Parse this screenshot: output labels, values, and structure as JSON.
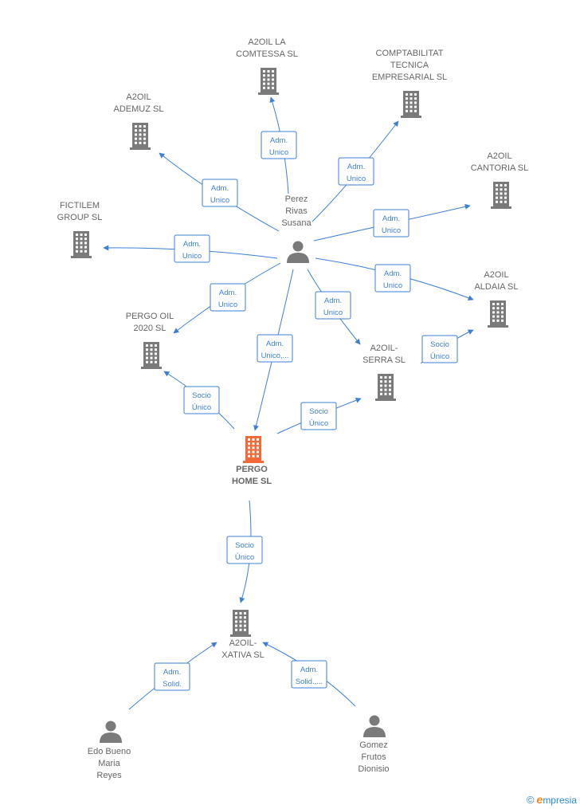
{
  "colors": {
    "accent": "#3d7fd6",
    "building": "#7a7a7a",
    "main_building": "#f26a3a",
    "person": "#7a7a7a"
  },
  "nodes": [
    {
      "id": "a2oil_comtessa",
      "kind": "company",
      "lines": [
        "A2OIL LA",
        "COMTESSA  SL"
      ]
    },
    {
      "id": "comptabilitat",
      "kind": "company",
      "lines": [
        "COMPTABILITAT",
        "TECNICA",
        "EMPRESARIAL SL"
      ]
    },
    {
      "id": "a2oil_ademuz",
      "kind": "company",
      "lines": [
        "A2OIL",
        "ADEMUZ  SL"
      ]
    },
    {
      "id": "a2oil_cantoria",
      "kind": "company",
      "lines": [
        "A2OIL",
        "CANTORIA  SL"
      ]
    },
    {
      "id": "fictilem",
      "kind": "company",
      "lines": [
        "FICTILEM",
        "GROUP  SL"
      ]
    },
    {
      "id": "perez",
      "kind": "person",
      "lines": [
        "Perez",
        "Rivas",
        "Susana"
      ]
    },
    {
      "id": "a2oil_aldaia",
      "kind": "company",
      "lines": [
        "A2OIL",
        "ALDAIA  SL"
      ]
    },
    {
      "id": "pergo_oil",
      "kind": "company",
      "lines": [
        "PERGO OIL",
        "2020  SL"
      ]
    },
    {
      "id": "a2oil_serra",
      "kind": "company",
      "lines": [
        "A2OIL-",
        "SERRA  SL"
      ]
    },
    {
      "id": "pergo_home",
      "kind": "main",
      "lines": [
        "PERGO",
        "HOME  SL"
      ]
    },
    {
      "id": "a2oil_xativa",
      "kind": "company",
      "lines": [
        "A2OIL-",
        "XATIVA  SL"
      ]
    },
    {
      "id": "edo",
      "kind": "person",
      "lines": [
        "Edo Bueno",
        "Maria",
        "Reyes"
      ]
    },
    {
      "id": "gomez",
      "kind": "person",
      "lines": [
        "Gomez",
        "Frutos",
        "Dionisio"
      ]
    }
  ],
  "edges": [
    {
      "from": "perez",
      "to": "a2oil_comtessa",
      "lines": [
        "Adm.",
        "Unico"
      ]
    },
    {
      "from": "perez",
      "to": "comptabilitat",
      "lines": [
        "Adm.",
        "Unico"
      ]
    },
    {
      "from": "perez",
      "to": "a2oil_ademuz",
      "lines": [
        "Adm.",
        "Unico"
      ]
    },
    {
      "from": "perez",
      "to": "a2oil_cantoria",
      "lines": [
        "Adm.",
        "Unico"
      ]
    },
    {
      "from": "perez",
      "to": "fictilem",
      "lines": [
        "Adm.",
        "Unico"
      ]
    },
    {
      "from": "perez",
      "to": "a2oil_aldaia",
      "lines": [
        "Adm.",
        "Unico"
      ]
    },
    {
      "from": "perez",
      "to": "pergo_oil",
      "lines": [
        "Adm.",
        "Unico"
      ]
    },
    {
      "from": "perez",
      "to": "a2oil_serra",
      "lines": [
        "Adm.",
        "Unico"
      ]
    },
    {
      "from": "perez",
      "to": "pergo_home",
      "lines": [
        "Adm.",
        "Unico,..."
      ]
    },
    {
      "from": "pergo_home",
      "to": "pergo_oil",
      "lines": [
        "Socio",
        "Único"
      ]
    },
    {
      "from": "pergo_home",
      "to": "a2oil_serra",
      "lines": [
        "Socio",
        "Único"
      ]
    },
    {
      "from": "a2oil_serra",
      "to": "a2oil_aldaia",
      "lines": [
        "Socio",
        "Único"
      ]
    },
    {
      "from": "pergo_home",
      "to": "a2oil_xativa",
      "lines": [
        "Socio",
        "Único"
      ]
    },
    {
      "from": "edo",
      "to": "a2oil_xativa",
      "lines": [
        "Adm.",
        "Solid."
      ]
    },
    {
      "from": "gomez",
      "to": "a2oil_xativa",
      "lines": [
        "Adm.",
        "Solid.,..."
      ]
    }
  ],
  "watermark": {
    "copyright": "©",
    "brand_initial": "e",
    "brand_rest": "mpresia"
  }
}
